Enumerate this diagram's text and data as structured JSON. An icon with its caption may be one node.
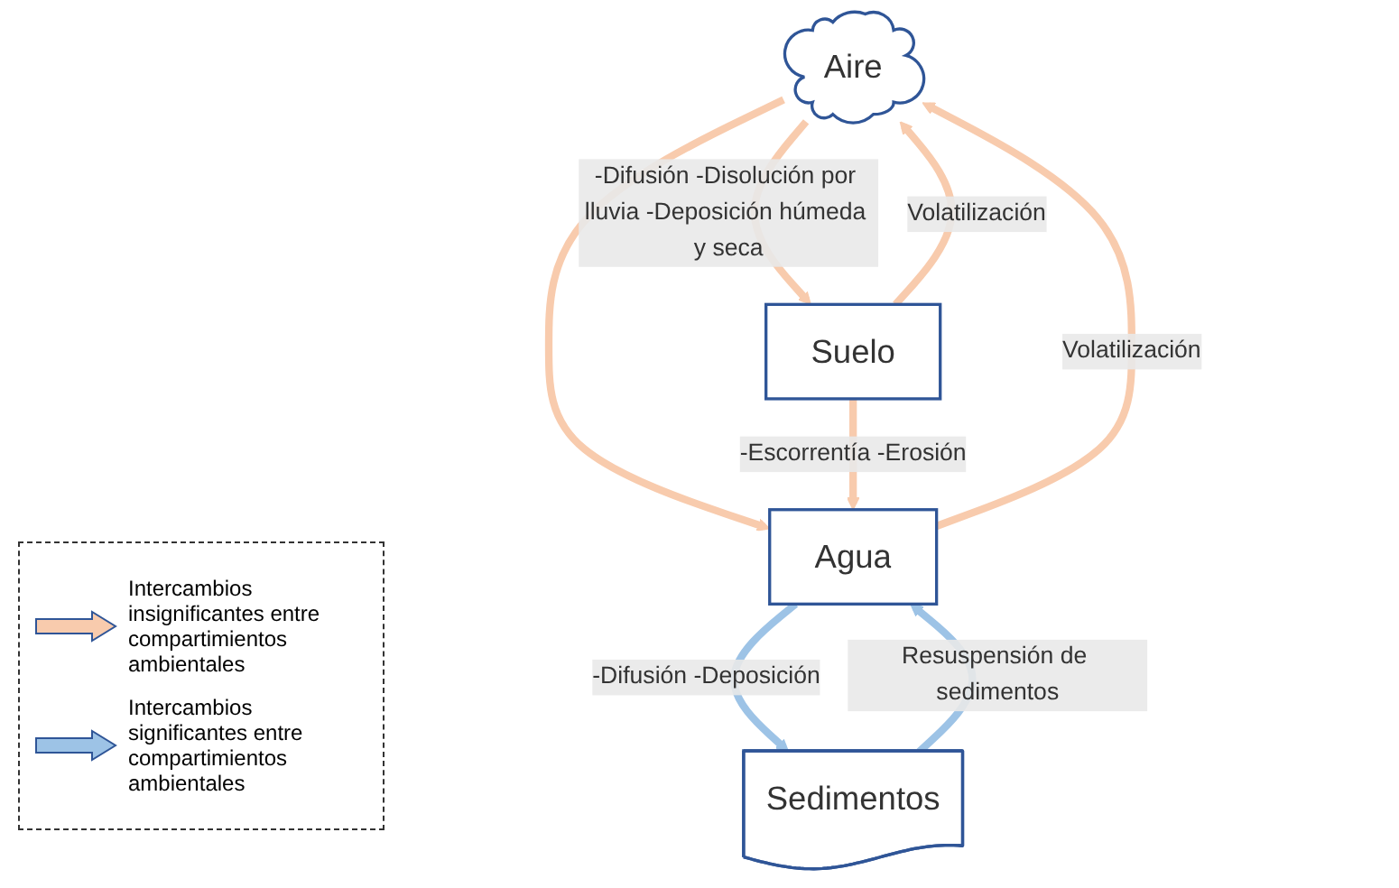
{
  "diagram": {
    "nodes": [
      {
        "text": [
          "Aire"
        ]
      },
      {
        "text": [
          "Suelo"
        ]
      },
      {
        "text": [
          "Agua"
        ]
      },
      {
        "text": [
          "Sedimentos"
        ]
      }
    ],
    "edges": [
      {
        "from": 1,
        "to": 0,
        "arrow": "to",
        "label": "Volatilización"
      },
      {
        "from": 0,
        "to": 1,
        "arrow": "to",
        "label": "-Difusión -Disolución por lluvia -Deposición húmeda y seca"
      },
      {
        "from": 0,
        "to": 2,
        "arrow": "to"
      },
      {
        "from": 2,
        "to": 0,
        "arrow": "to",
        "label": "Volatilización"
      },
      {
        "from": 1,
        "to": 2,
        "arrow": "to",
        "label": "-Escorrentía -Erosión"
      },
      {
        "from": 2,
        "to": 3,
        "arrow": "to",
        "label": "-Difusión -Deposición",
        "color": "#9dc3e6"
      },
      {
        "from": 3,
        "to": 2,
        "arrow": "to",
        "label": "Resuspensión de sedimentos",
        "color": "#9dc3e6"
      }
    ],
    "legend": [
      {
        "text": "Intercambios insignificantes entre compartimientos ambientales",
        "color": "#f8cbad"
      },
      {
        "text": "Intercambios significantes entre compartimientos ambientales",
        "color": "#9dc3e6"
      }
    ]
  }
}
